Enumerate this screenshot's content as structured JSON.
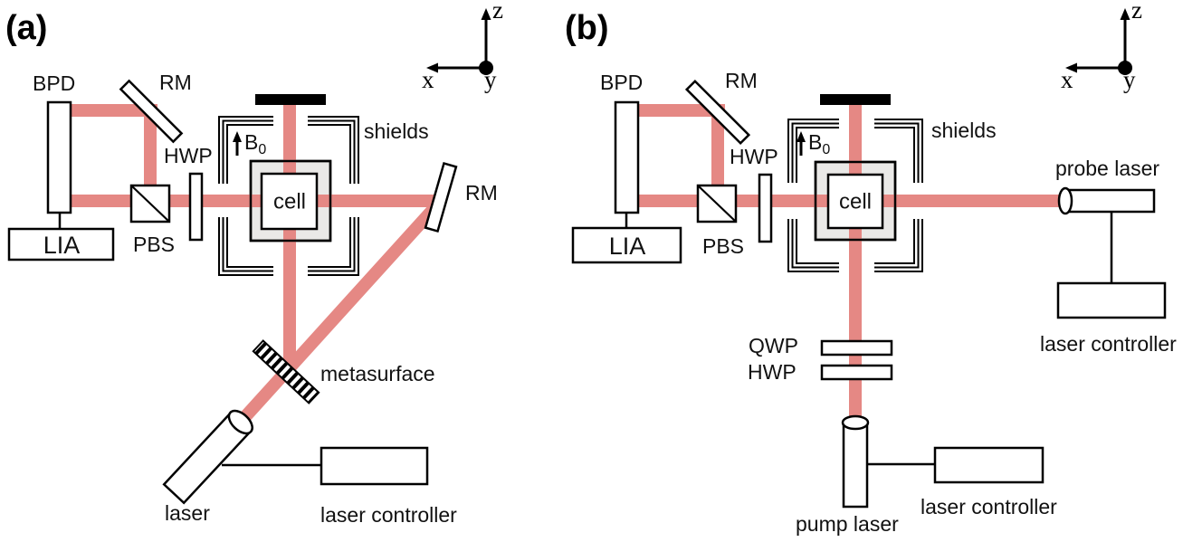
{
  "figure": {
    "colors": {
      "beam": "#e58884",
      "cell_fill": "#eae9e7",
      "outline": "#000000"
    },
    "panel_a": {
      "label": "(a)",
      "bpd": "BPD",
      "rm_top": "RM",
      "hwp": "HWP",
      "pbs": "PBS",
      "lia": "LIA",
      "shields": "shields",
      "b_field": "B",
      "b_field_sub": "0",
      "cell": "cell",
      "rm_right": "RM",
      "metasurface": "metasurface",
      "laser": "laser",
      "laser_controller": "laser controller",
      "axis_x": "x",
      "axis_y": "y",
      "axis_z": "z"
    },
    "panel_b": {
      "label": "(b)",
      "bpd": "BPD",
      "rm_top": "RM",
      "hwp": "HWP",
      "pbs": "PBS",
      "lia": "LIA",
      "shields": "shields",
      "b_field": "B",
      "b_field_sub": "0",
      "cell": "cell",
      "qwp": "QWP",
      "hwp2": "HWP",
      "probe_laser": "probe laser",
      "pump_laser": "pump laser",
      "laser_controller_right": "laser controller",
      "laser_controller_bottom": "laser controller",
      "axis_x": "x",
      "axis_y": "y",
      "axis_z": "z"
    }
  }
}
